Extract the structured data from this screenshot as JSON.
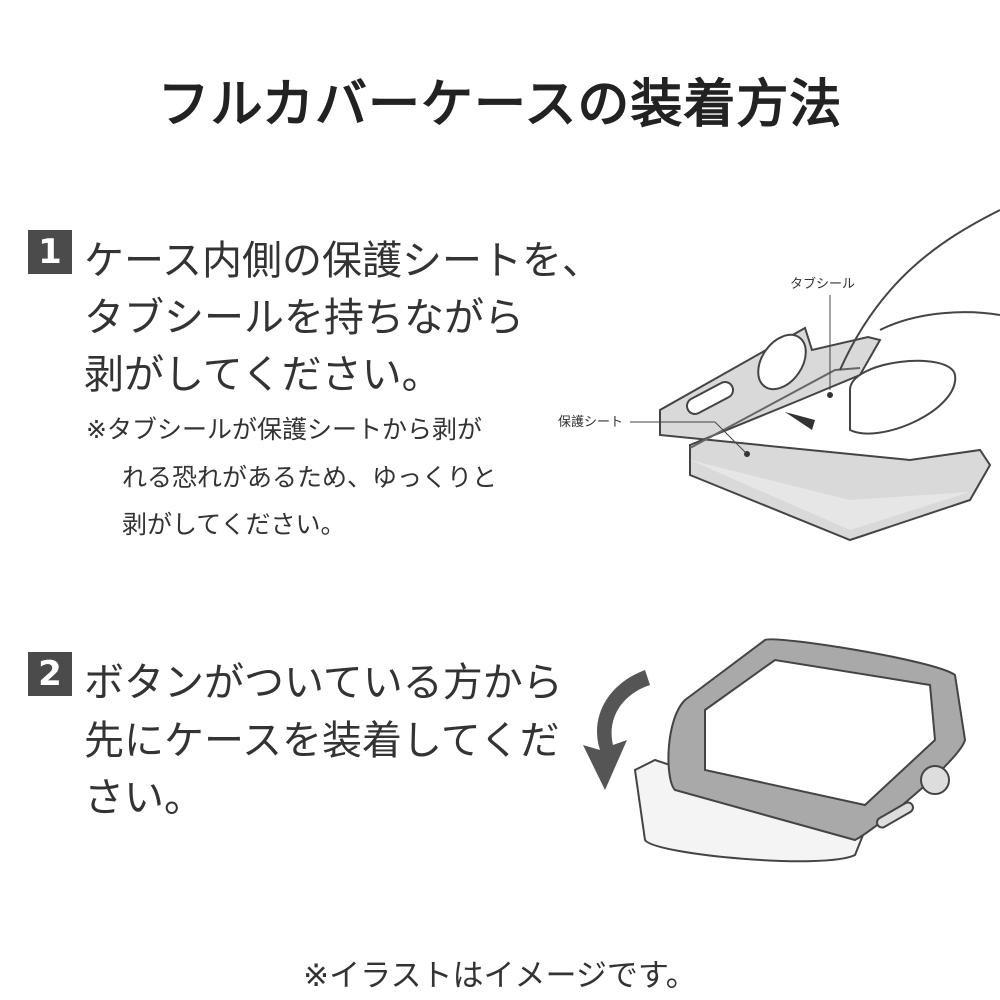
{
  "title": "フルカバーケースの装着方法",
  "step1": {
    "number": "1",
    "lines": [
      "ケース内側の保護シートを、",
      "タブシールを持ちながら",
      "剥がしてください。"
    ],
    "note": [
      "※タブシールが保護シートから剥が",
      "れる恐れがあるため、ゆっくりと",
      "剥がしてください。"
    ],
    "labels": {
      "tab_seal": "タブシール",
      "protective_sheet": "保護シート"
    }
  },
  "step2": {
    "number": "2",
    "lines": [
      "ボタンがついている方から",
      "先にケースを装着してくだ",
      "さい。"
    ]
  },
  "footer": "※イラストはイメージです。"
}
